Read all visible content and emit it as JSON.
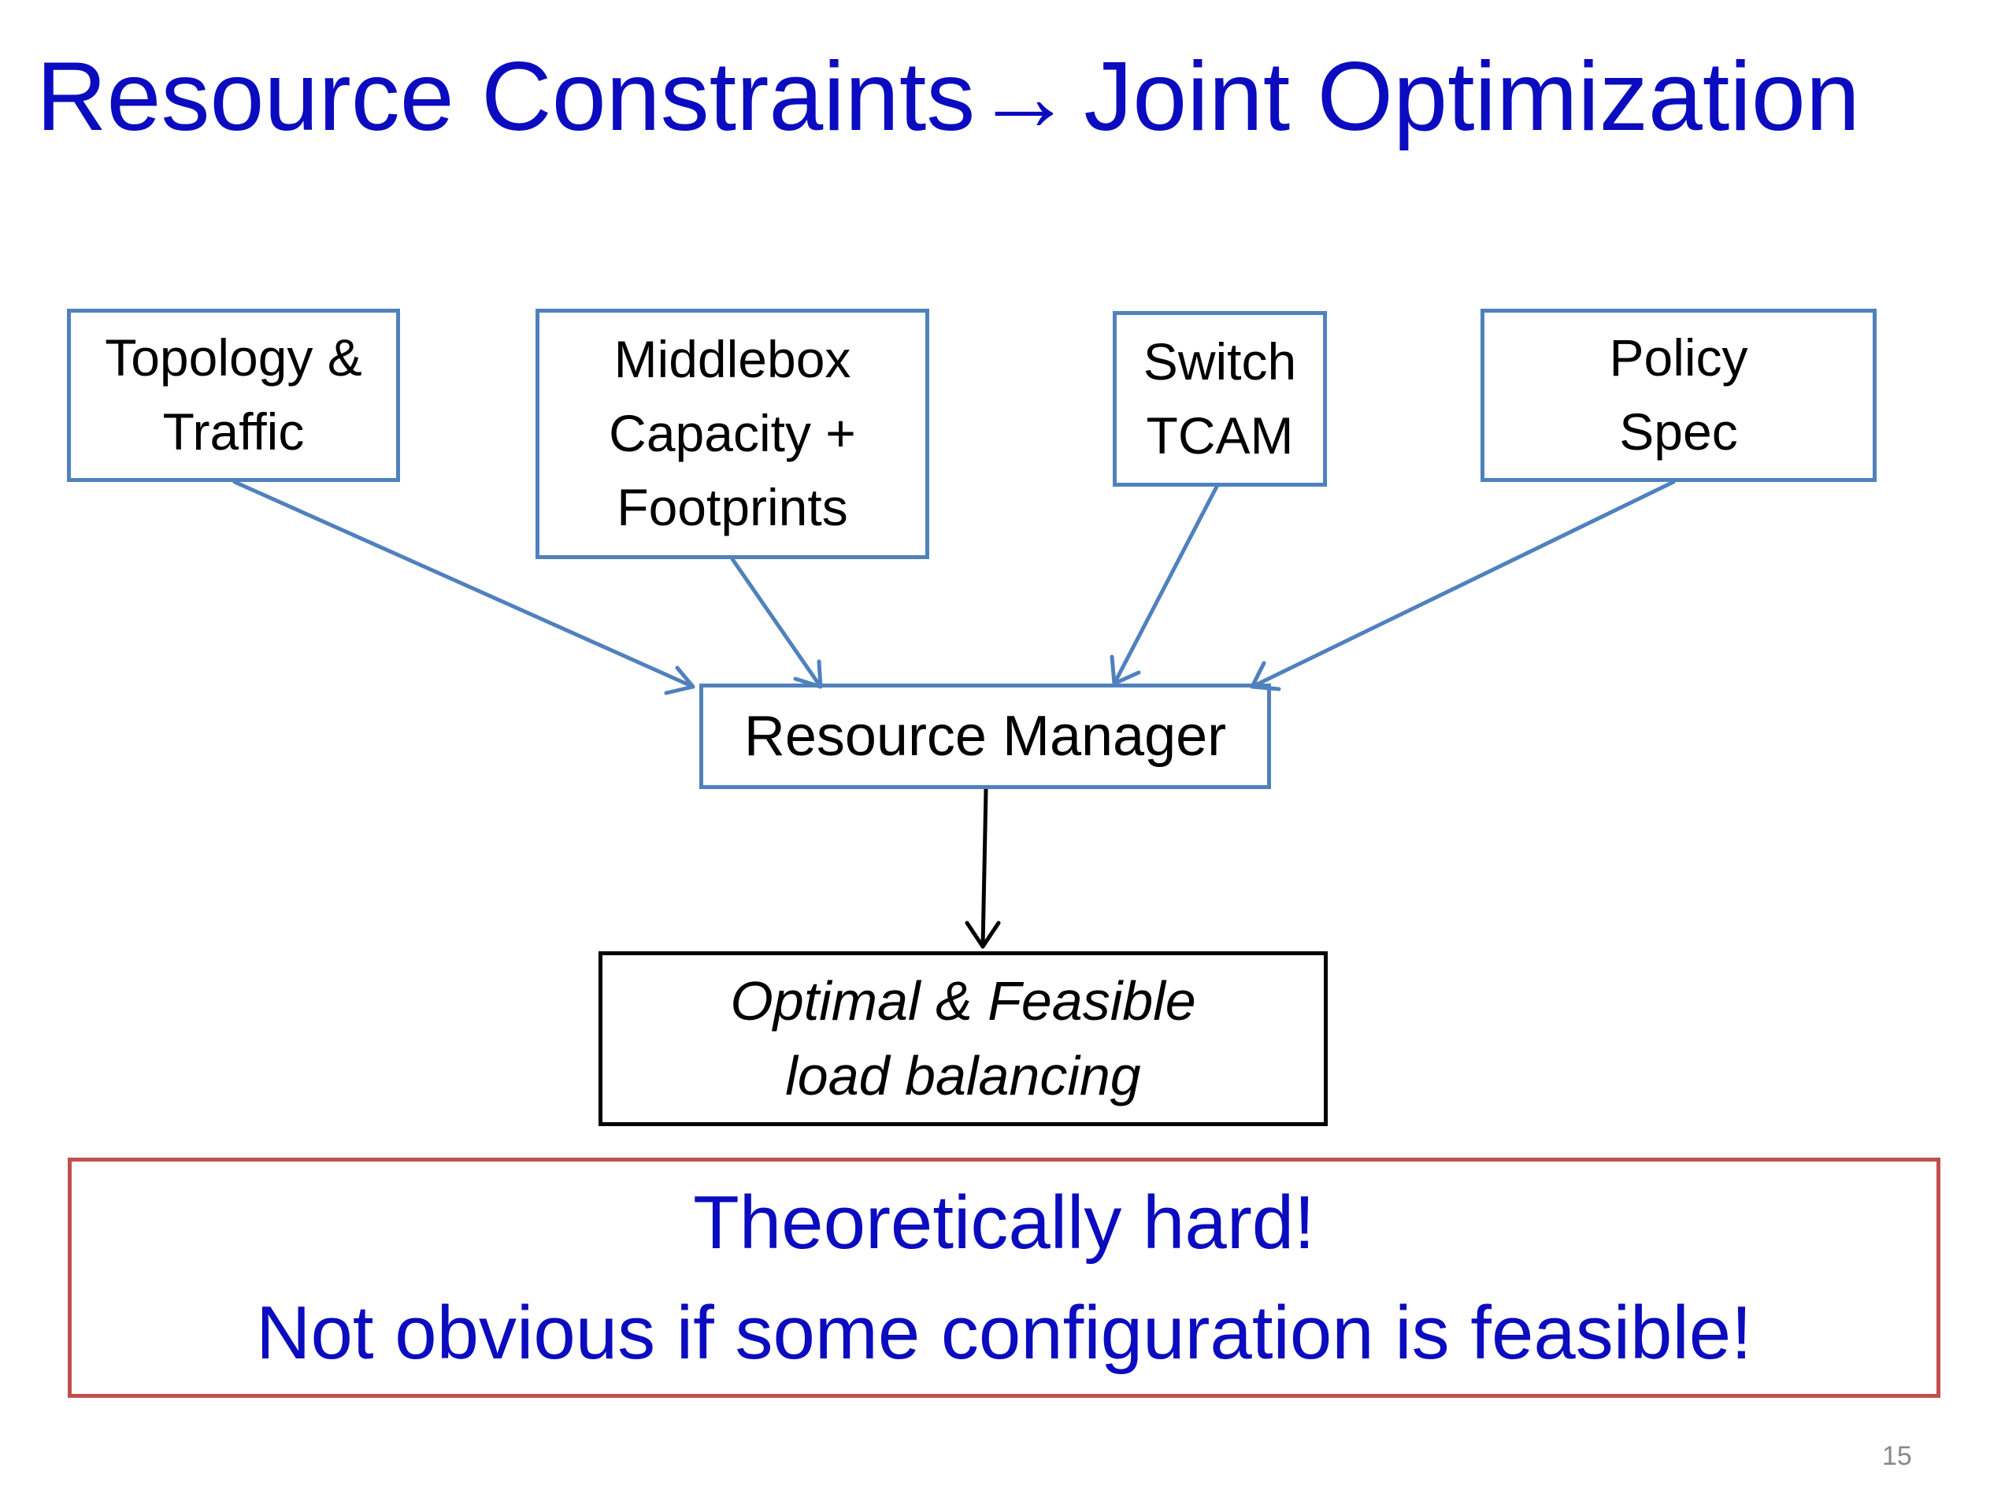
{
  "slide": {
    "title_left": "Resource Constraints",
    "title_arrow": "→",
    "title_right": "Joint Optimization",
    "slide_number": "15"
  },
  "inputs": [
    {
      "line1": "Topology &",
      "line2": "Traffic"
    },
    {
      "line1": "Middlebox",
      "line2": "Capacity +",
      "line3": "Footprints"
    },
    {
      "line1": "Switch",
      "line2": "TCAM"
    },
    {
      "line1": "Policy",
      "line2": "Spec"
    }
  ],
  "manager": {
    "label": "Resource Manager"
  },
  "output": {
    "line1": "Optimal & Feasible",
    "line2": "load balancing"
  },
  "callout": {
    "line1": "Theoretically hard!",
    "line2": "Not obvious if some configuration is feasible!"
  },
  "colors": {
    "title_text": "#0b0bbf",
    "input_border": "#4f81bd",
    "arrow": "#4f81bd",
    "output_border": "#000000",
    "callout_border": "#c0504d"
  }
}
